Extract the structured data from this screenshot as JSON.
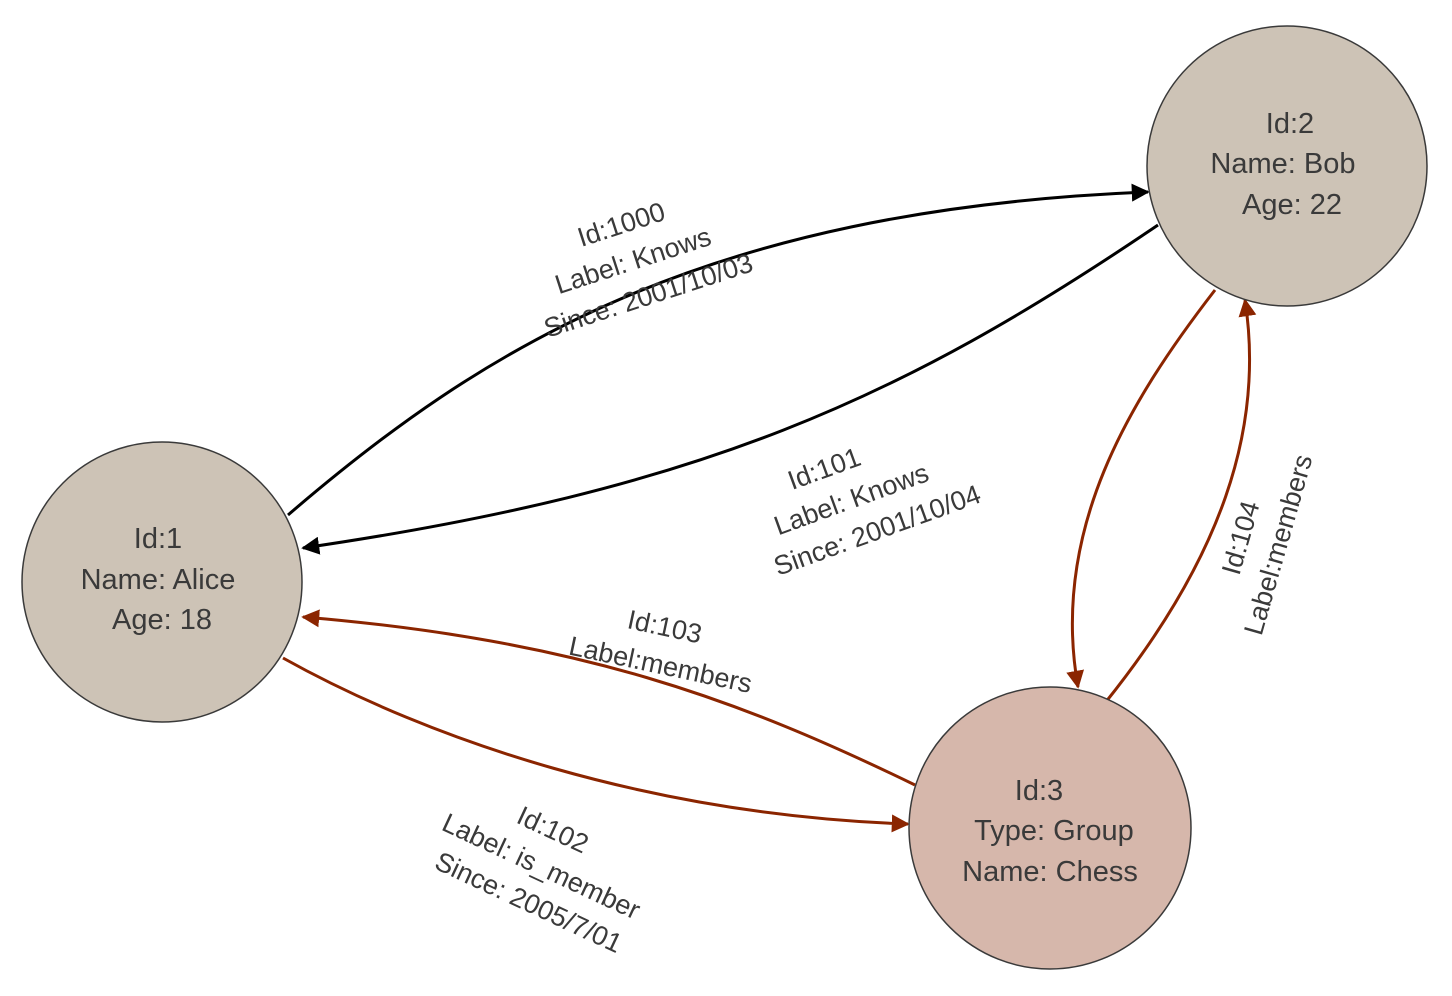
{
  "colors": {
    "person_node": "#cdc3b6",
    "group_node": "#d6b7ab",
    "knows_edge": "#000000",
    "member_edge": "#8b2500"
  },
  "nodes": {
    "alice": {
      "lines": [
        "Id:1",
        "Name: Alice",
        "Age: 18"
      ]
    },
    "bob": {
      "lines": [
        "Id:2",
        "Name: Bob",
        "Age: 22"
      ]
    },
    "chess": {
      "lines": [
        "Id:3",
        "Type: Group",
        "Name: Chess"
      ]
    }
  },
  "edges": {
    "e1000": {
      "lines": [
        "Id:1000",
        "Label: Knows",
        "Since: 2001/10/03"
      ]
    },
    "e101": {
      "lines": [
        "Id:101",
        "Label: Knows",
        "Since: 2001/10/04"
      ]
    },
    "e103": {
      "lines": [
        "Id:103",
        "Label:members"
      ]
    },
    "e102": {
      "lines": [
        "Id:102",
        "Label: is_member",
        "Since: 2005/7/01"
      ]
    },
    "e104": {
      "lines": [
        "Id:104",
        "Label:members"
      ]
    }
  }
}
